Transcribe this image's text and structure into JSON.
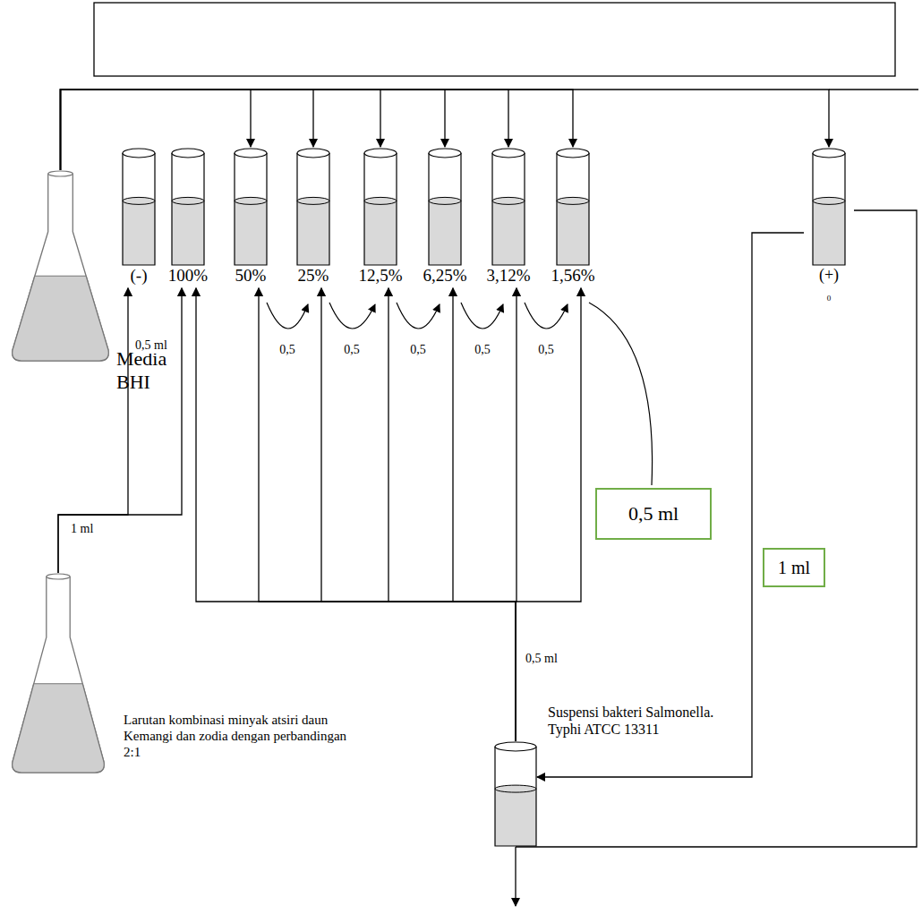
{
  "diagram": {
    "nodes": [
      {
        "text": [
          "Media BHI"
        ]
      },
      {
        "text": [
          "(-)"
        ]
      },
      {
        "text": [
          "100%"
        ]
      },
      {
        "text": [
          "50%"
        ]
      },
      {
        "text": [
          "25%"
        ]
      },
      {
        "text": [
          "12,5%"
        ]
      },
      {
        "text": [
          "6,25%"
        ]
      },
      {
        "text": [
          "3,12%"
        ]
      },
      {
        "text": [
          "1,56%"
        ]
      },
      {
        "text": [
          "(+)"
        ]
      },
      {
        "text": [
          "0,5 ml"
        ]
      },
      {
        "text": [
          "1 ml"
        ]
      },
      {
        "text": [
          "Larutan kombinasi minyak atsiri daun Kemangi dan zodia dengan perbandingan 2:1"
        ]
      },
      {
        "text": [
          "Suspensi bakteri Salmonella. Typhi ATCC 13311"
        ]
      }
    ],
    "edges": [
      {
        "from": 0,
        "to": 3,
        "arrow": "to"
      },
      {
        "from": 0,
        "to": 4,
        "arrow": "to"
      },
      {
        "from": 0,
        "to": 5,
        "arrow": "to"
      },
      {
        "from": 0,
        "to": 6,
        "arrow": "to"
      },
      {
        "from": 0,
        "to": 7,
        "arrow": "to"
      },
      {
        "from": 0,
        "to": 8,
        "arrow": "to"
      },
      {
        "from": 0,
        "to": 9,
        "arrow": "to"
      },
      {
        "from": 12,
        "to": 1,
        "label": "1 ml",
        "arrow": "to"
      },
      {
        "from": 12,
        "to": 2,
        "label": "0,5 ml",
        "arrow": "to"
      },
      {
        "from": 13,
        "to": 2,
        "arrow": "to"
      },
      {
        "from": 13,
        "to": 3,
        "arrow": "to"
      },
      {
        "from": 13,
        "to": 4,
        "arrow": "to"
      },
      {
        "from": 13,
        "to": 5,
        "arrow": "to"
      },
      {
        "from": 13,
        "to": 6,
        "arrow": "to"
      },
      {
        "from": 13,
        "to": 7,
        "arrow": "to"
      },
      {
        "from": 13,
        "to": 8,
        "arrow": "to"
      },
      {
        "from": 9,
        "to": 13,
        "arrow": "to"
      },
      {
        "from": 13,
        "to": 9,
        "arrow": "none"
      }
    ],
    "labels": [
      "0",
      "0,5",
      "0,5",
      "0,5",
      "0,5",
      "0,5",
      "0,5 ml"
    ]
  }
}
